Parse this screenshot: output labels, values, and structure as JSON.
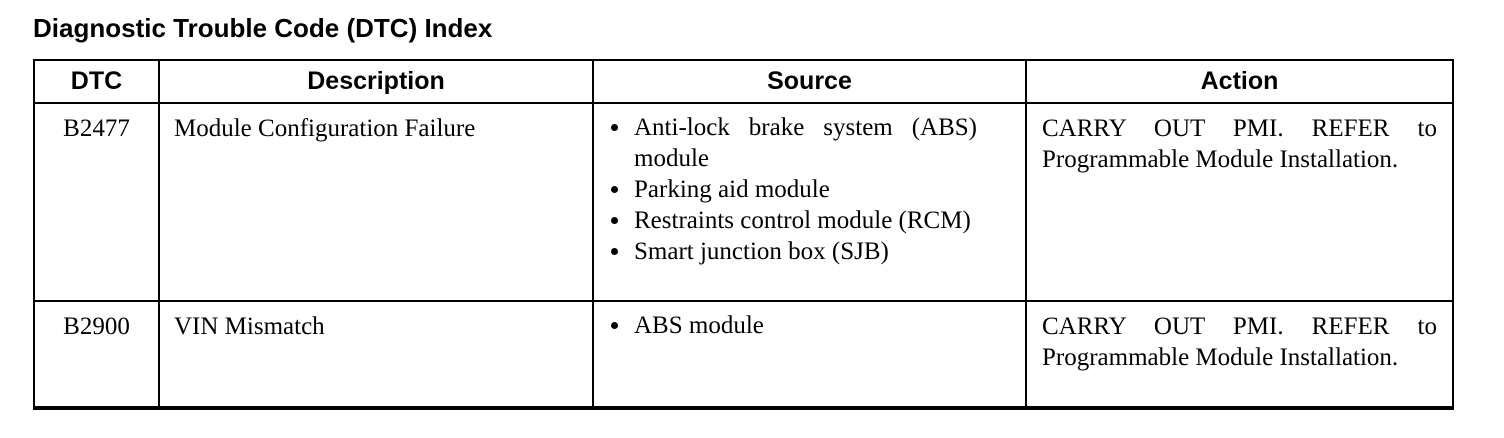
{
  "page_title": "Diagnostic Trouble Code (DTC) Index",
  "colors": {
    "text": "#000000",
    "background": "#ffffff",
    "border": "#000000"
  },
  "table": {
    "headers": [
      "DTC",
      "Description",
      "Source",
      "Action"
    ],
    "rows": [
      {
        "dtc": "B2477",
        "description": "Module Configuration Failure",
        "source_items": [
          "Anti-lock brake system (ABS) module",
          "Parking aid module",
          "Restraints control module (RCM)",
          "Smart junction box (SJB)"
        ],
        "action": "CARRY OUT PMI. REFER to Programmable Module Installation."
      },
      {
        "dtc": "B2900",
        "description": "VIN Mismatch",
        "source_items": [
          "ABS module"
        ],
        "action": "CARRY OUT PMI. REFER to Programmable Module Installation."
      }
    ]
  }
}
